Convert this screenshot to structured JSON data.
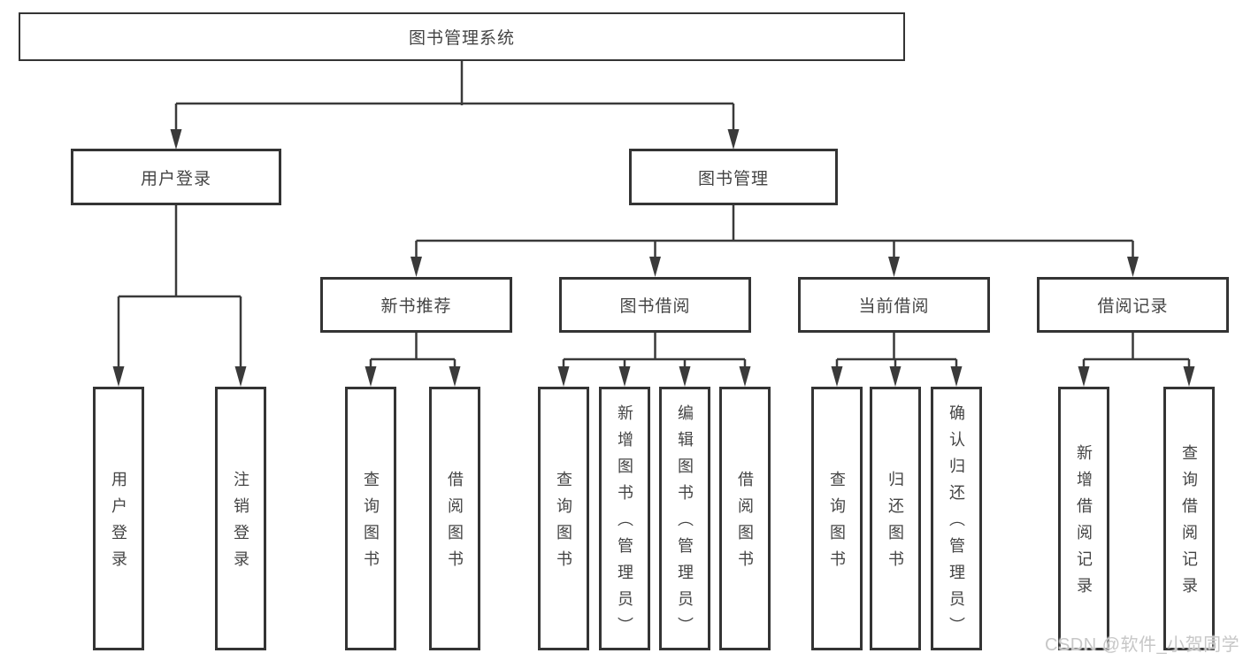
{
  "page": {
    "background": "#ffffff"
  },
  "diagram": {
    "root": {
      "label": "图书管理系统"
    },
    "branches": {
      "user_login": {
        "label": "用户登录",
        "children": [
          "用户登录",
          "注销登录"
        ]
      },
      "book_management": {
        "label": "图书管理",
        "sections": {
          "new_book": {
            "label": "新书推荐",
            "children": [
              "查询图书",
              "借阅图书"
            ]
          },
          "book_borrow": {
            "label": "图书借阅",
            "children": [
              "查询图书",
              "新增图书（管理员）",
              "编辑图书（管理员）",
              "借阅图书"
            ]
          },
          "current_borrow": {
            "label": "当前借阅",
            "children": [
              "查询图书",
              "归还图书",
              "确认归还（管理员）"
            ]
          },
          "borrow_record": {
            "label": "借阅记录",
            "children": [
              "新增借阅记录",
              "查询借阅记录"
            ]
          }
        }
      }
    }
  },
  "watermark": {
    "text": "CSDN @软件_小贺同学"
  },
  "colors": {
    "line": "#3a3a3a",
    "box_border": "#343434",
    "text": "#444444",
    "watermark": "#c7c7c7",
    "background": "#ffffff"
  }
}
